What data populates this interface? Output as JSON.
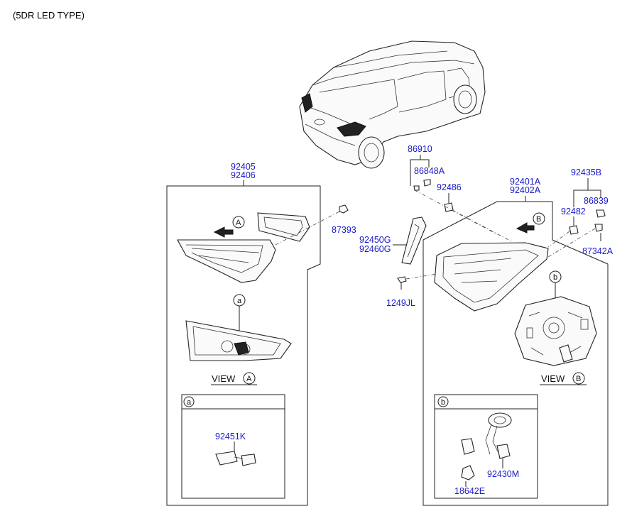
{
  "header": {
    "title": "(5DR LED TYPE)"
  },
  "parts": {
    "p92405": "92405",
    "p92406": "92406",
    "p87393": "87393",
    "p86910": "86910",
    "p86848A": "86848A",
    "p92486": "92486",
    "p92450G": "92450G",
    "p92460G": "92460G",
    "p1249JL": "1249JL",
    "p92401A": "92401A",
    "p92402A": "92402A",
    "p92435B": "92435B",
    "p86839": "86839",
    "p92482": "92482",
    "p87342A": "87342A",
    "p92451K": "92451K",
    "p92430M": "92430M",
    "p18642E": "18642E"
  },
  "callouts": {
    "A": "A",
    "B": "B",
    "a": "a",
    "b": "b"
  },
  "views": {
    "view_word": "VIEW"
  }
}
